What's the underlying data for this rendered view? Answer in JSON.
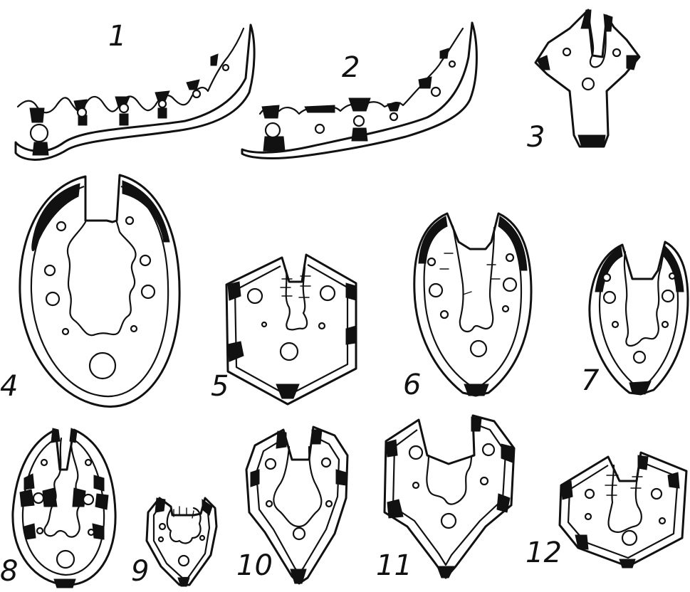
{
  "plate": {
    "figures": [
      {
        "id": "fig-1",
        "label": "1"
      },
      {
        "id": "fig-2",
        "label": "2"
      },
      {
        "id": "fig-3",
        "label": "3"
      },
      {
        "id": "fig-4",
        "label": "4"
      },
      {
        "id": "fig-5",
        "label": "5"
      },
      {
        "id": "fig-6",
        "label": "6"
      },
      {
        "id": "fig-7",
        "label": "7"
      },
      {
        "id": "fig-8",
        "label": "8"
      },
      {
        "id": "fig-9",
        "label": "9"
      },
      {
        "id": "fig-10",
        "label": "10"
      },
      {
        "id": "fig-11",
        "label": "11"
      },
      {
        "id": "fig-12",
        "label": "12"
      }
    ],
    "ink_color": "#111111",
    "background_color": "#ffffff"
  }
}
